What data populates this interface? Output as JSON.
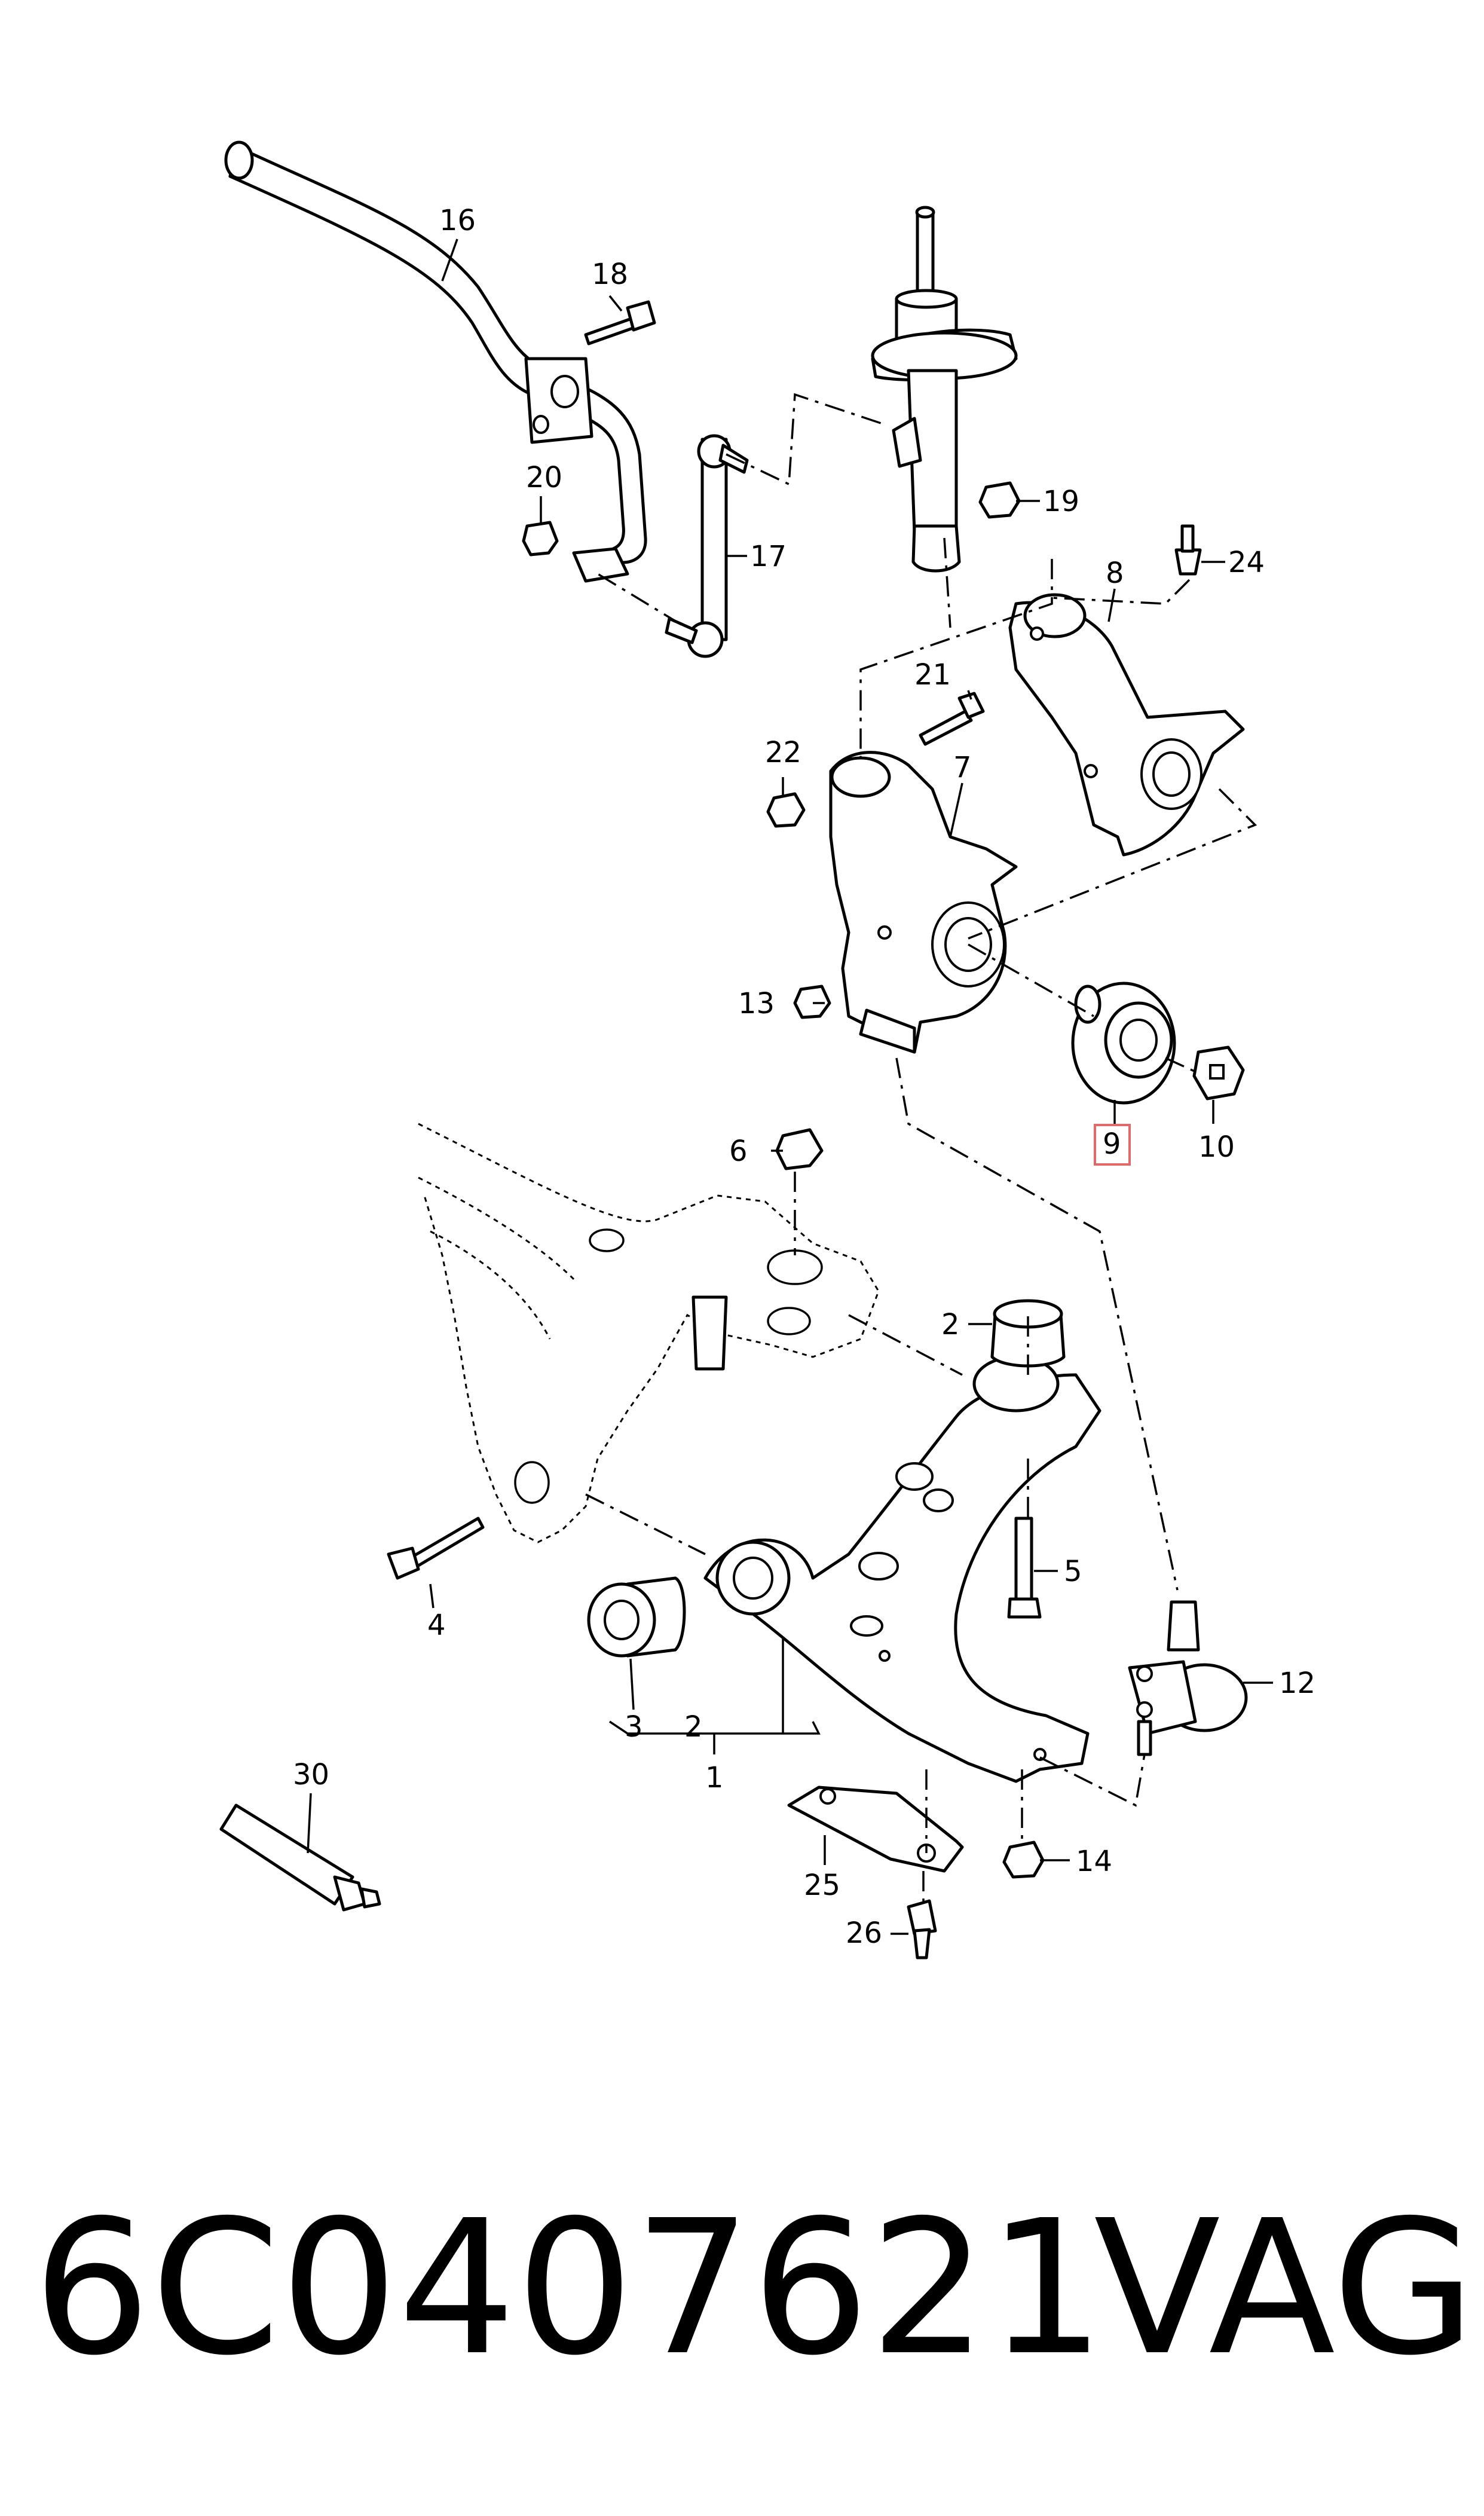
{
  "diagram": {
    "callouts": {
      "c1": "1",
      "c2a": "2",
      "c2b": "2",
      "c3": "3",
      "c4": "4",
      "c5": "5",
      "c6": "6",
      "c7": "7",
      "c8": "8",
      "c9": "9",
      "c10": "10",
      "c12": "12",
      "c13": "13",
      "c14": "14",
      "c16": "16",
      "c17": "17",
      "c18": "18",
      "c19": "19",
      "c20": "20",
      "c21": "21",
      "c22": "22",
      "c24": "24",
      "c25": "25",
      "c26": "26",
      "c30": "30"
    },
    "highlighted_callout": "9",
    "highlight_color": "#e06a6a"
  },
  "footer": {
    "part_number": "6C0407621",
    "brand": "VAG"
  }
}
